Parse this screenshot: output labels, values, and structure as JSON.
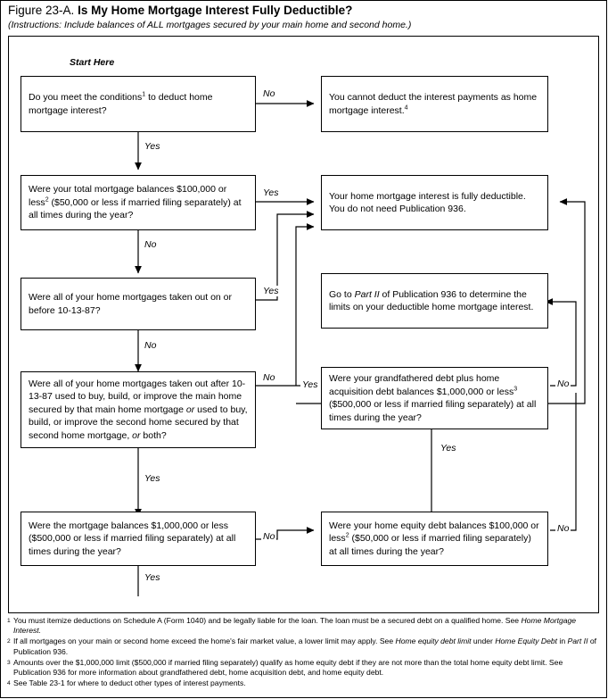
{
  "header": {
    "figure_label": "Figure 23-A.",
    "title": "Is My Home Mortgage Interest Fully Deductible?",
    "subtitle": "(Instructions: Include balances of ALL mortgages secured by your main home and second home.)"
  },
  "chart_data": {
    "type": "flowchart",
    "title": "Is My Home Mortgage Interest Fully Deductible?",
    "start_label": "Start Here",
    "nodes": [
      {
        "id": "q1",
        "kind": "decision",
        "text": "Do you meet the conditions<sup>1</sup> to deduct home mortgage interest?",
        "plain": "Do you meet the conditions1 to deduct home mortgage interest?"
      },
      {
        "id": "end_no_deduct",
        "kind": "terminal",
        "text": "You cannot deduct the interest payments as home mortgage interest.<sup>4</sup>",
        "plain": "You cannot deduct the interest payments as home mortgage interest.4"
      },
      {
        "id": "q2",
        "kind": "decision",
        "text": "Were your total mortgage balances $100,000 or less<sup>2</sup> ($50,000 or less if married filing separately) at all times during the year?",
        "plain": "Were your total mortgage balances $100,000 or less2 ($50,000 or less if married filing separately) at all times during the year?"
      },
      {
        "id": "end_fully",
        "kind": "terminal",
        "text": "Your home mortgage interest is fully deductible. You do not need Publication 936.",
        "plain": "Your home mortgage interest is fully deductible. You do not need Publication 936."
      },
      {
        "id": "q3",
        "kind": "decision",
        "text": "Were all of your home mortgages taken out on or before 10-13-87?",
        "plain": "Were all of your home mortgages taken out on or before 10-13-87?"
      },
      {
        "id": "end_partii",
        "kind": "terminal",
        "text": "Go to <i>Part II</i> of Publication 936 to determine the limits on your deductible home mortgage interest.",
        "plain": "Go to Part II of Publication 936 to determine the limits on your deductible home mortgage interest."
      },
      {
        "id": "q4",
        "kind": "decision",
        "text": "Were all of your home mortgages taken out after 10-13-87 used to buy, build, or improve the main home secured by that main home mortgage <i>or</i> used to buy, build, or improve the second home secured by that second home mortgage, <i>or</i> both?",
        "plain": "Were all of your home mortgages taken out after 10-13-87 used to buy, build, or improve the main home secured by that main home mortgage or used to buy, build, or improve the second home secured by that second home mortgage, or both?"
      },
      {
        "id": "q5",
        "kind": "decision",
        "text": "Were your grandfathered debt plus home acquisition debt balances $1,000,000 or less<sup>3</sup> ($500,000 or less if married filing separately) at all times during the year?",
        "plain": "Were your grandfathered debt plus home acquisition debt balances $1,000,000 or less3 ($500,000 or less if married filing separately) at all times during the year?"
      },
      {
        "id": "q6",
        "kind": "decision",
        "text": "Were the mortgage balances $1,000,000 or less ($500,000 or less if married filing separately) at all times during the year?",
        "plain": "Were the mortgage balances $1,000,000 or less ($500,000 or less if married filing separately) at all times during the year?"
      },
      {
        "id": "q7",
        "kind": "decision",
        "text": "Were your home equity debt balances $100,000 or less<sup>2</sup> ($50,000 or less if married filing separately) at all times during the year?",
        "plain": "Were your home equity debt balances $100,000 or less2 ($50,000 or less if married filing separately) at all times during the year?"
      }
    ],
    "edges": [
      {
        "from": "q1",
        "to": "end_no_deduct",
        "label": "No"
      },
      {
        "from": "q1",
        "to": "q2",
        "label": "Yes"
      },
      {
        "from": "q2",
        "to": "end_fully",
        "label": "Yes"
      },
      {
        "from": "q2",
        "to": "q3",
        "label": "No"
      },
      {
        "from": "q3",
        "to": "end_fully",
        "label": "Yes"
      },
      {
        "from": "q3",
        "to": "q4",
        "label": "No"
      },
      {
        "from": "q4",
        "to": "q5",
        "label": "No"
      },
      {
        "from": "q4",
        "to": "q6",
        "label": "Yes"
      },
      {
        "from": "q5",
        "to": "end_fully",
        "label": "Yes"
      },
      {
        "from": "q5",
        "to": "end_partii",
        "label": "No"
      },
      {
        "from": "q6",
        "to": "q7",
        "label": "No"
      },
      {
        "from": "q6",
        "to": "end",
        "label": "Yes"
      },
      {
        "from": "q7",
        "to": "q5",
        "label": "Yes"
      },
      {
        "from": "q7",
        "to": "end_partii",
        "label": "No"
      }
    ],
    "edge_labels": {
      "q1_no": "No",
      "q1_yes": "Yes",
      "q2_yes": "Yes",
      "q2_no": "No",
      "q3_yes": "Yes",
      "q3_no": "No",
      "q4_no": "No",
      "q4_yes": "Yes",
      "q5_no": "No",
      "q6_no": "No",
      "q6_yes": "Yes",
      "q7_yes": "Yes",
      "q7_no": "No"
    }
  },
  "footnotes": [
    {
      "marker": "1",
      "html": "You must itemize deductions on Schedule A (Form 1040) and be legally liable for the loan. The loan must be a secured debt on a qualified home. See <i>Home Mortgage Interest.</i>",
      "plain": "You must itemize deductions on Schedule A (Form 1040) and be legally liable for the loan. The loan must be a secured debt on a qualified home. See Home Mortgage Interest."
    },
    {
      "marker": "2",
      "html": "If all mortgages on your main or second home exceed the home's fair market value, a lower limit may apply. See <i>Home equity debt limit</i> under <i>Home Equity Debt</i> in <i>Part II</i> of Publication 936.",
      "plain": "If all mortgages on your main or second home exceed the home's fair market value, a lower limit may apply. See Home equity debt limit under Home Equity Debt in Part II of Publication 936."
    },
    {
      "marker": "3",
      "html": "Amounts over the $1,000,000 limit ($500,000 if married filing separately) qualify as home equity debt if they are not more than the total home equity debt limit. See Publication 936 for more information about grandfathered debt, home acquisition debt, and home equity debt.",
      "plain": "Amounts over the $1,000,000 limit ($500,000 if married filing separately) qualify as home equity debt if they are not more than the total home equity debt limit. See Publication 936 for more information about grandfathered debt, home acquisition debt, and home equity debt."
    },
    {
      "marker": "4",
      "html": "See Table 23-1 for where to deduct other types of interest payments.",
      "plain": "See Table 23-1 for where to deduct other types of interest payments."
    }
  ]
}
